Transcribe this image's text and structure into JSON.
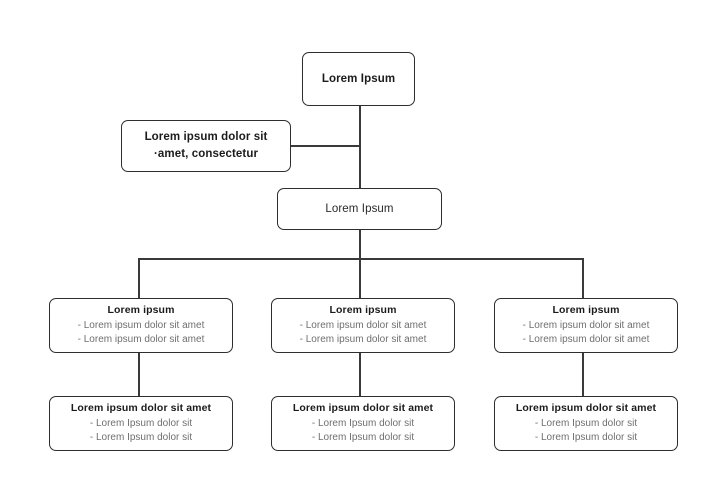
{
  "diagram": {
    "type": "hierarchy-flowchart",
    "background_color": "#ffffff",
    "border_color": "#2e2e2e",
    "title_color": "#1b1b1b",
    "detail_color": "#6f6f6f",
    "connector_color": "#3a3a3a",
    "root": {
      "title": "Lorem Ipsum"
    },
    "aside": {
      "line1": "Lorem ipsum dolor sit",
      "line2": "·amet, consectetur"
    },
    "second": {
      "title": "Lorem Ipsum"
    },
    "middle_row": [
      {
        "title": "Lorem ipsum",
        "items": [
          "- Lorem ipsum dolor sit amet",
          "- Lorem ipsum dolor sit amet"
        ]
      },
      {
        "title": "Lorem ipsum",
        "items": [
          "- Lorem ipsum dolor sit amet",
          "- Lorem ipsum dolor sit amet"
        ]
      },
      {
        "title": "Lorem ipsum",
        "items": [
          "- Lorem ipsum dolor sit amet",
          "- Lorem ipsum dolor sit amet"
        ]
      }
    ],
    "bottom_row": [
      {
        "title": "Lorem ipsum dolor sit amet",
        "items": [
          "- Lorem Ipsum dolor sit",
          "- Lorem Ipsum dolor sit"
        ]
      },
      {
        "title": "Lorem ipsum dolor sit amet",
        "items": [
          "- Lorem Ipsum dolor sit",
          "- Lorem Ipsum dolor sit"
        ]
      },
      {
        "title": "Lorem ipsum dolor sit amet",
        "items": [
          "- Lorem Ipsum dolor sit",
          "- Lorem Ipsum dolor sit"
        ]
      }
    ]
  }
}
